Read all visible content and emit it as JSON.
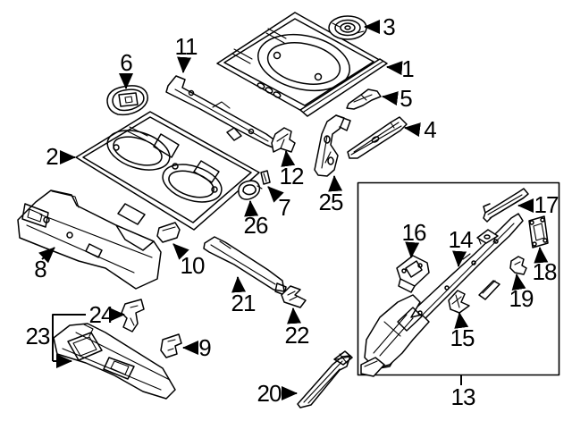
{
  "diagram": {
    "kind": "exploded-parts-line-diagram",
    "background_color": "#ffffff",
    "line_color": "#000000",
    "boxed_group_callout": "13",
    "callouts": [
      {
        "number": "1"
      },
      {
        "number": "2"
      },
      {
        "number": "3"
      },
      {
        "number": "4"
      },
      {
        "number": "5"
      },
      {
        "number": "6"
      },
      {
        "number": "7"
      },
      {
        "number": "8"
      },
      {
        "number": "9"
      },
      {
        "number": "10"
      },
      {
        "number": "11"
      },
      {
        "number": "12"
      },
      {
        "number": "13"
      },
      {
        "number": "14"
      },
      {
        "number": "15"
      },
      {
        "number": "16"
      },
      {
        "number": "17"
      },
      {
        "number": "18"
      },
      {
        "number": "19"
      },
      {
        "number": "20"
      },
      {
        "number": "21"
      },
      {
        "number": "22"
      },
      {
        "number": "23"
      },
      {
        "number": "24"
      },
      {
        "number": "25"
      },
      {
        "number": "26"
      }
    ]
  }
}
